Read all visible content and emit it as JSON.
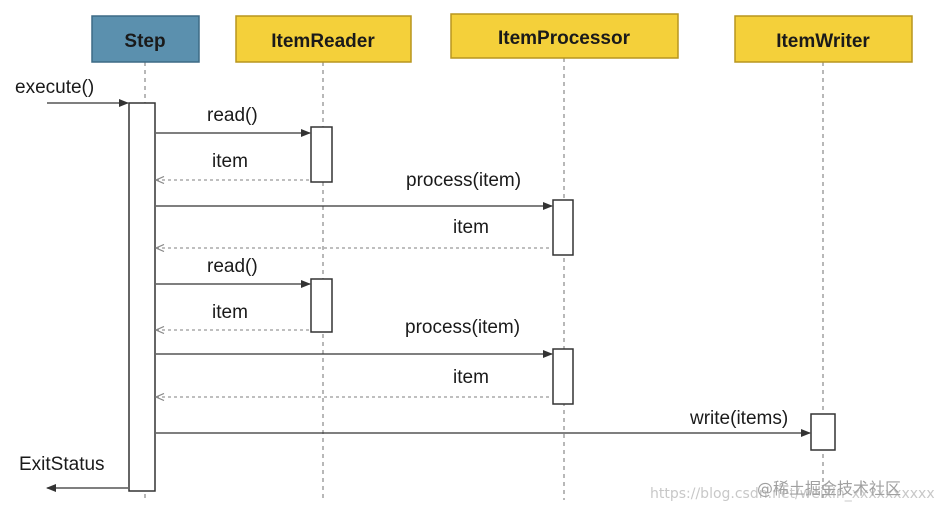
{
  "participants": [
    {
      "id": "step",
      "label": "Step",
      "color": "#5b90ae"
    },
    {
      "id": "reader",
      "label": "ItemReader",
      "color": "#f4d03a"
    },
    {
      "id": "processor",
      "label": "ItemProcessor",
      "color": "#f4d03a"
    },
    {
      "id": "writer",
      "label": "ItemWriter",
      "color": "#f4d03a"
    }
  ],
  "messages": [
    {
      "label": "execute()",
      "from": "external",
      "to": "step",
      "kind": "call"
    },
    {
      "label": "read()",
      "from": "step",
      "to": "reader",
      "kind": "call"
    },
    {
      "label": "item",
      "from": "reader",
      "to": "step",
      "kind": "return"
    },
    {
      "label": "process(item)",
      "from": "step",
      "to": "processor",
      "kind": "call"
    },
    {
      "label": "item",
      "from": "processor",
      "to": "step",
      "kind": "return"
    },
    {
      "label": "read()",
      "from": "step",
      "to": "reader",
      "kind": "call"
    },
    {
      "label": "item",
      "from": "reader",
      "to": "step",
      "kind": "return"
    },
    {
      "label": "process(item)",
      "from": "step",
      "to": "processor",
      "kind": "call"
    },
    {
      "label": "item",
      "from": "processor",
      "to": "step",
      "kind": "return"
    },
    {
      "label": "write(items)",
      "from": "step",
      "to": "writer",
      "kind": "call"
    },
    {
      "label": "ExitStatus",
      "from": "step",
      "to": "external",
      "kind": "return"
    }
  ],
  "watermark": {
    "url_text": "https://blog.csdn.net/weixin_xxxxxxxxxx",
    "brand_text": "@稀土掘金技术社区"
  }
}
